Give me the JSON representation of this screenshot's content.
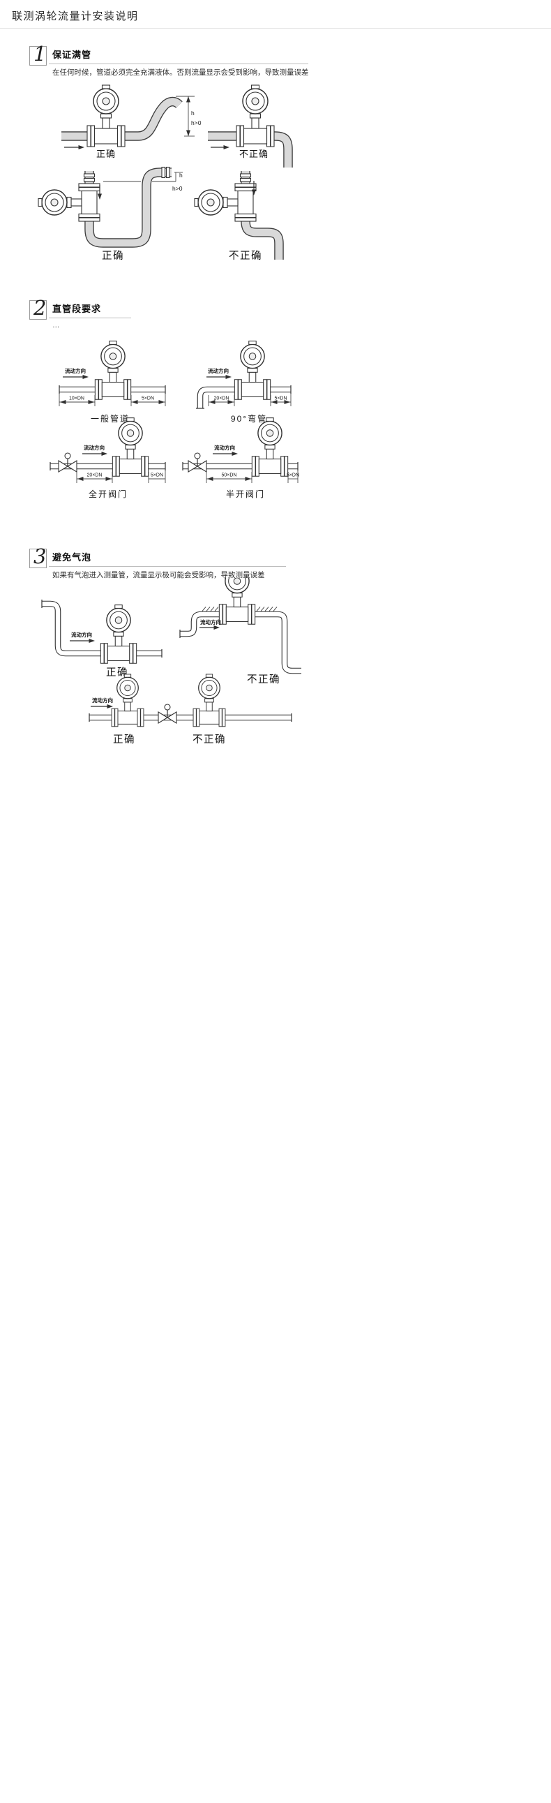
{
  "page": {
    "title": "联测涡轮流量计安装说明"
  },
  "s1": {
    "num": "1",
    "title": "保证满管",
    "subtitle": "在任何时候，管道必须完全充满液体。否则流量显示会受到影响，导致测量误差",
    "d1": {
      "label": "正确",
      "h": "h",
      "h_cond": "h>0"
    },
    "d2": {
      "label": "不正确"
    },
    "d3": {
      "label": "正确",
      "h": "h",
      "h_cond": "h>0"
    },
    "d4": {
      "label": "不正确"
    }
  },
  "s2": {
    "num": "2",
    "title": "直管段要求",
    "subtitle": "…",
    "flow": "流动方向",
    "d1": {
      "caption": "一般管道",
      "up": "10×DN",
      "down": "5×DN"
    },
    "d2": {
      "caption": "90°弯管",
      "up": "20×DN",
      "down": "5×DN"
    },
    "d3": {
      "caption": "全开阀门",
      "up": "20×DN",
      "down": "5×DN"
    },
    "d4": {
      "caption": "半开阀门",
      "up": "50×DN",
      "down": "5×DN"
    }
  },
  "s3": {
    "num": "3",
    "title": "避免气泡",
    "subtitle": "如果有气泡进入测量管，流量显示极可能会受影响，导致测量误差",
    "flow": "流动方向",
    "d1": {
      "label": "正确"
    },
    "d2": {
      "label": "不正确"
    },
    "d3": {
      "left_label": "正确",
      "right_label": "不正确"
    }
  }
}
